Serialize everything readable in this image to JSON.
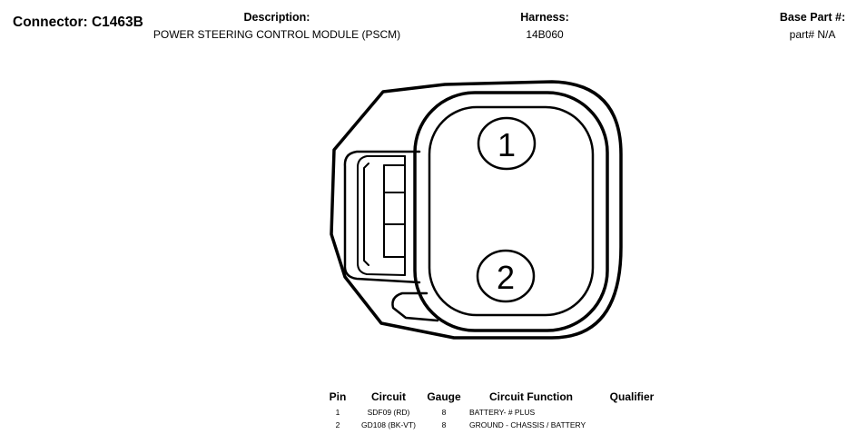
{
  "header": {
    "connector": "Connector: C1463B",
    "description_label": "Description:",
    "description_value": "POWER STEERING CONTROL MODULE (PSCM)",
    "harness_label": "Harness:",
    "harness_value": "14B060",
    "base_part_label": "Base Part #:",
    "base_part_value": "part# N/A"
  },
  "diagram": {
    "pin_labels": [
      "1",
      "2"
    ]
  },
  "pin_table": {
    "headers": {
      "pin": "Pin",
      "circuit": "Circuit",
      "gauge": "Gauge",
      "function": "Circuit Function",
      "qualifier": "Qualifier"
    },
    "rows": [
      {
        "pin": "1",
        "circuit": "SDF09 (RD)",
        "gauge": "8",
        "function": "BATTERY- # PLUS",
        "qualifier": ""
      },
      {
        "pin": "2",
        "circuit": "GD108 (BK-VT)",
        "gauge": "8",
        "function": "GROUND - CHASSIS / BATTERY",
        "qualifier": ""
      }
    ]
  }
}
